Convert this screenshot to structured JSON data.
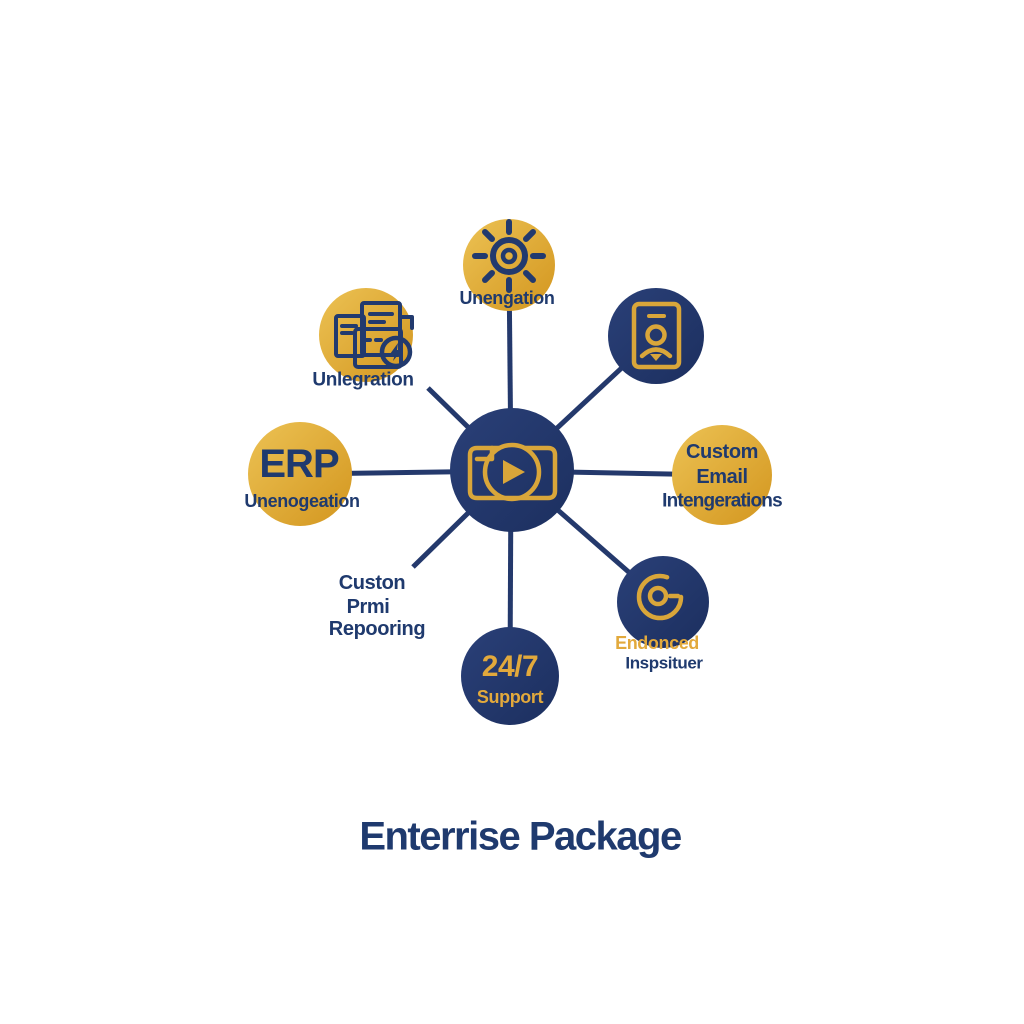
{
  "title": "Enterrise Package",
  "colors": {
    "background": "#ffffff",
    "navy": "#21376B",
    "navy_text": "#1F3A6E",
    "gold": "#DFA62F",
    "gold_text": "#E2A93C",
    "spoke": "#24396C"
  },
  "hub": {
    "icon": "video-camera-icon"
  },
  "nodes": {
    "top": {
      "label": "Unengation",
      "icon": "sun-icon",
      "color": "gold"
    },
    "top_left": {
      "label": "Unlegration",
      "icon": "documents-sync-icon",
      "color": "gold"
    },
    "left": {
      "heading": "ERP",
      "label": "Unenogeation",
      "color": "gold"
    },
    "top_right": {
      "icon": "id-badge-icon",
      "color": "navy"
    },
    "right": {
      "line1": "Custom",
      "line2": "Email",
      "line3": "Intengerations",
      "color": "gold"
    },
    "bottom_right": {
      "line1": "Endonced",
      "line2": "Inspsituer",
      "icon": "lens-icon",
      "color": "navy"
    },
    "bottom": {
      "line1": "24/7",
      "line2": "Support",
      "color": "navy"
    },
    "bottom_left": {
      "line1": "Custon",
      "line2": "Prmi",
      "line3": "Repooring"
    }
  }
}
